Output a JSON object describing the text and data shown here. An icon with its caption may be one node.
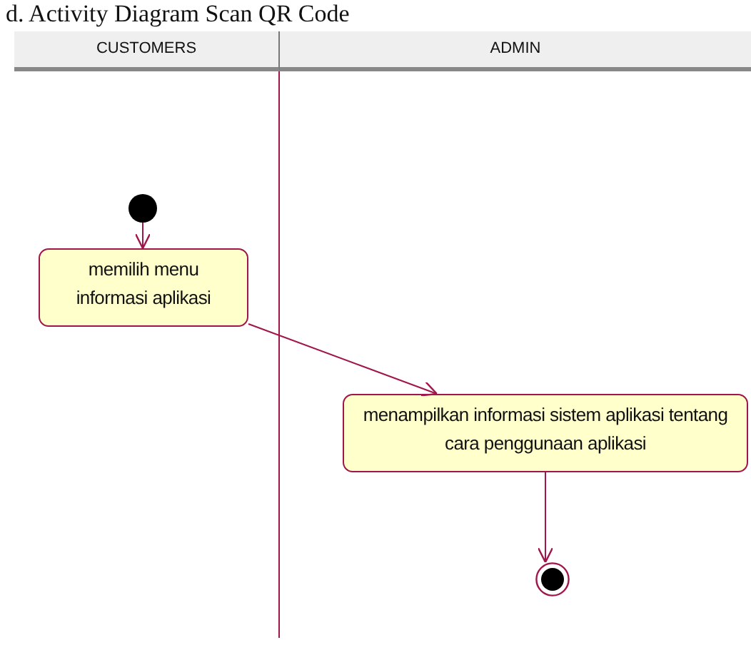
{
  "diagram": {
    "title": "d. Activity Diagram Scan QR Code",
    "nodes": [
      {
        "text": [
          "CUSTOMERS"
        ]
      },
      {
        "text": [
          "ADMIN"
        ]
      },
      {
        "text": [],
        "shape": "circle",
        "in": 0
      },
      {
        "text": [
          "memilih menu informasi aplikasi"
        ],
        "in": 0
      },
      {
        "text": [
          "menampilkan informasi sistem aplikasi tentang cara penggunaan aplikasi"
        ],
        "in": 1
      },
      {
        "text": [],
        "shape": "circle",
        "in": 1
      }
    ],
    "edges": [
      {
        "from": 2,
        "to": 3,
        "arrow": "to"
      },
      {
        "from": 3,
        "to": 4,
        "arrow": "to"
      },
      {
        "from": 4,
        "to": 5,
        "arrow": "to"
      }
    ]
  }
}
